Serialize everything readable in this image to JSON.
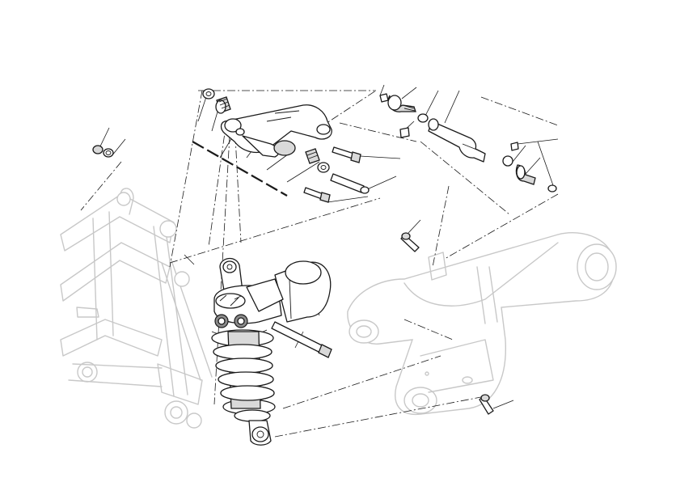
{
  "diagram": {
    "style": "exploded-view line drawing",
    "colors": {
      "ink": "#1a1a1a",
      "ghost": "#c8c8c8",
      "shade": "#d9d9d9",
      "background": "#ffffff"
    },
    "parts": [
      "frame-ghost",
      "swingarm-ghost",
      "rocker-linkage",
      "tie-rod",
      "shock-absorber",
      "spring",
      "reservoir",
      "bearings",
      "spacers",
      "bolts",
      "washers"
    ]
  }
}
